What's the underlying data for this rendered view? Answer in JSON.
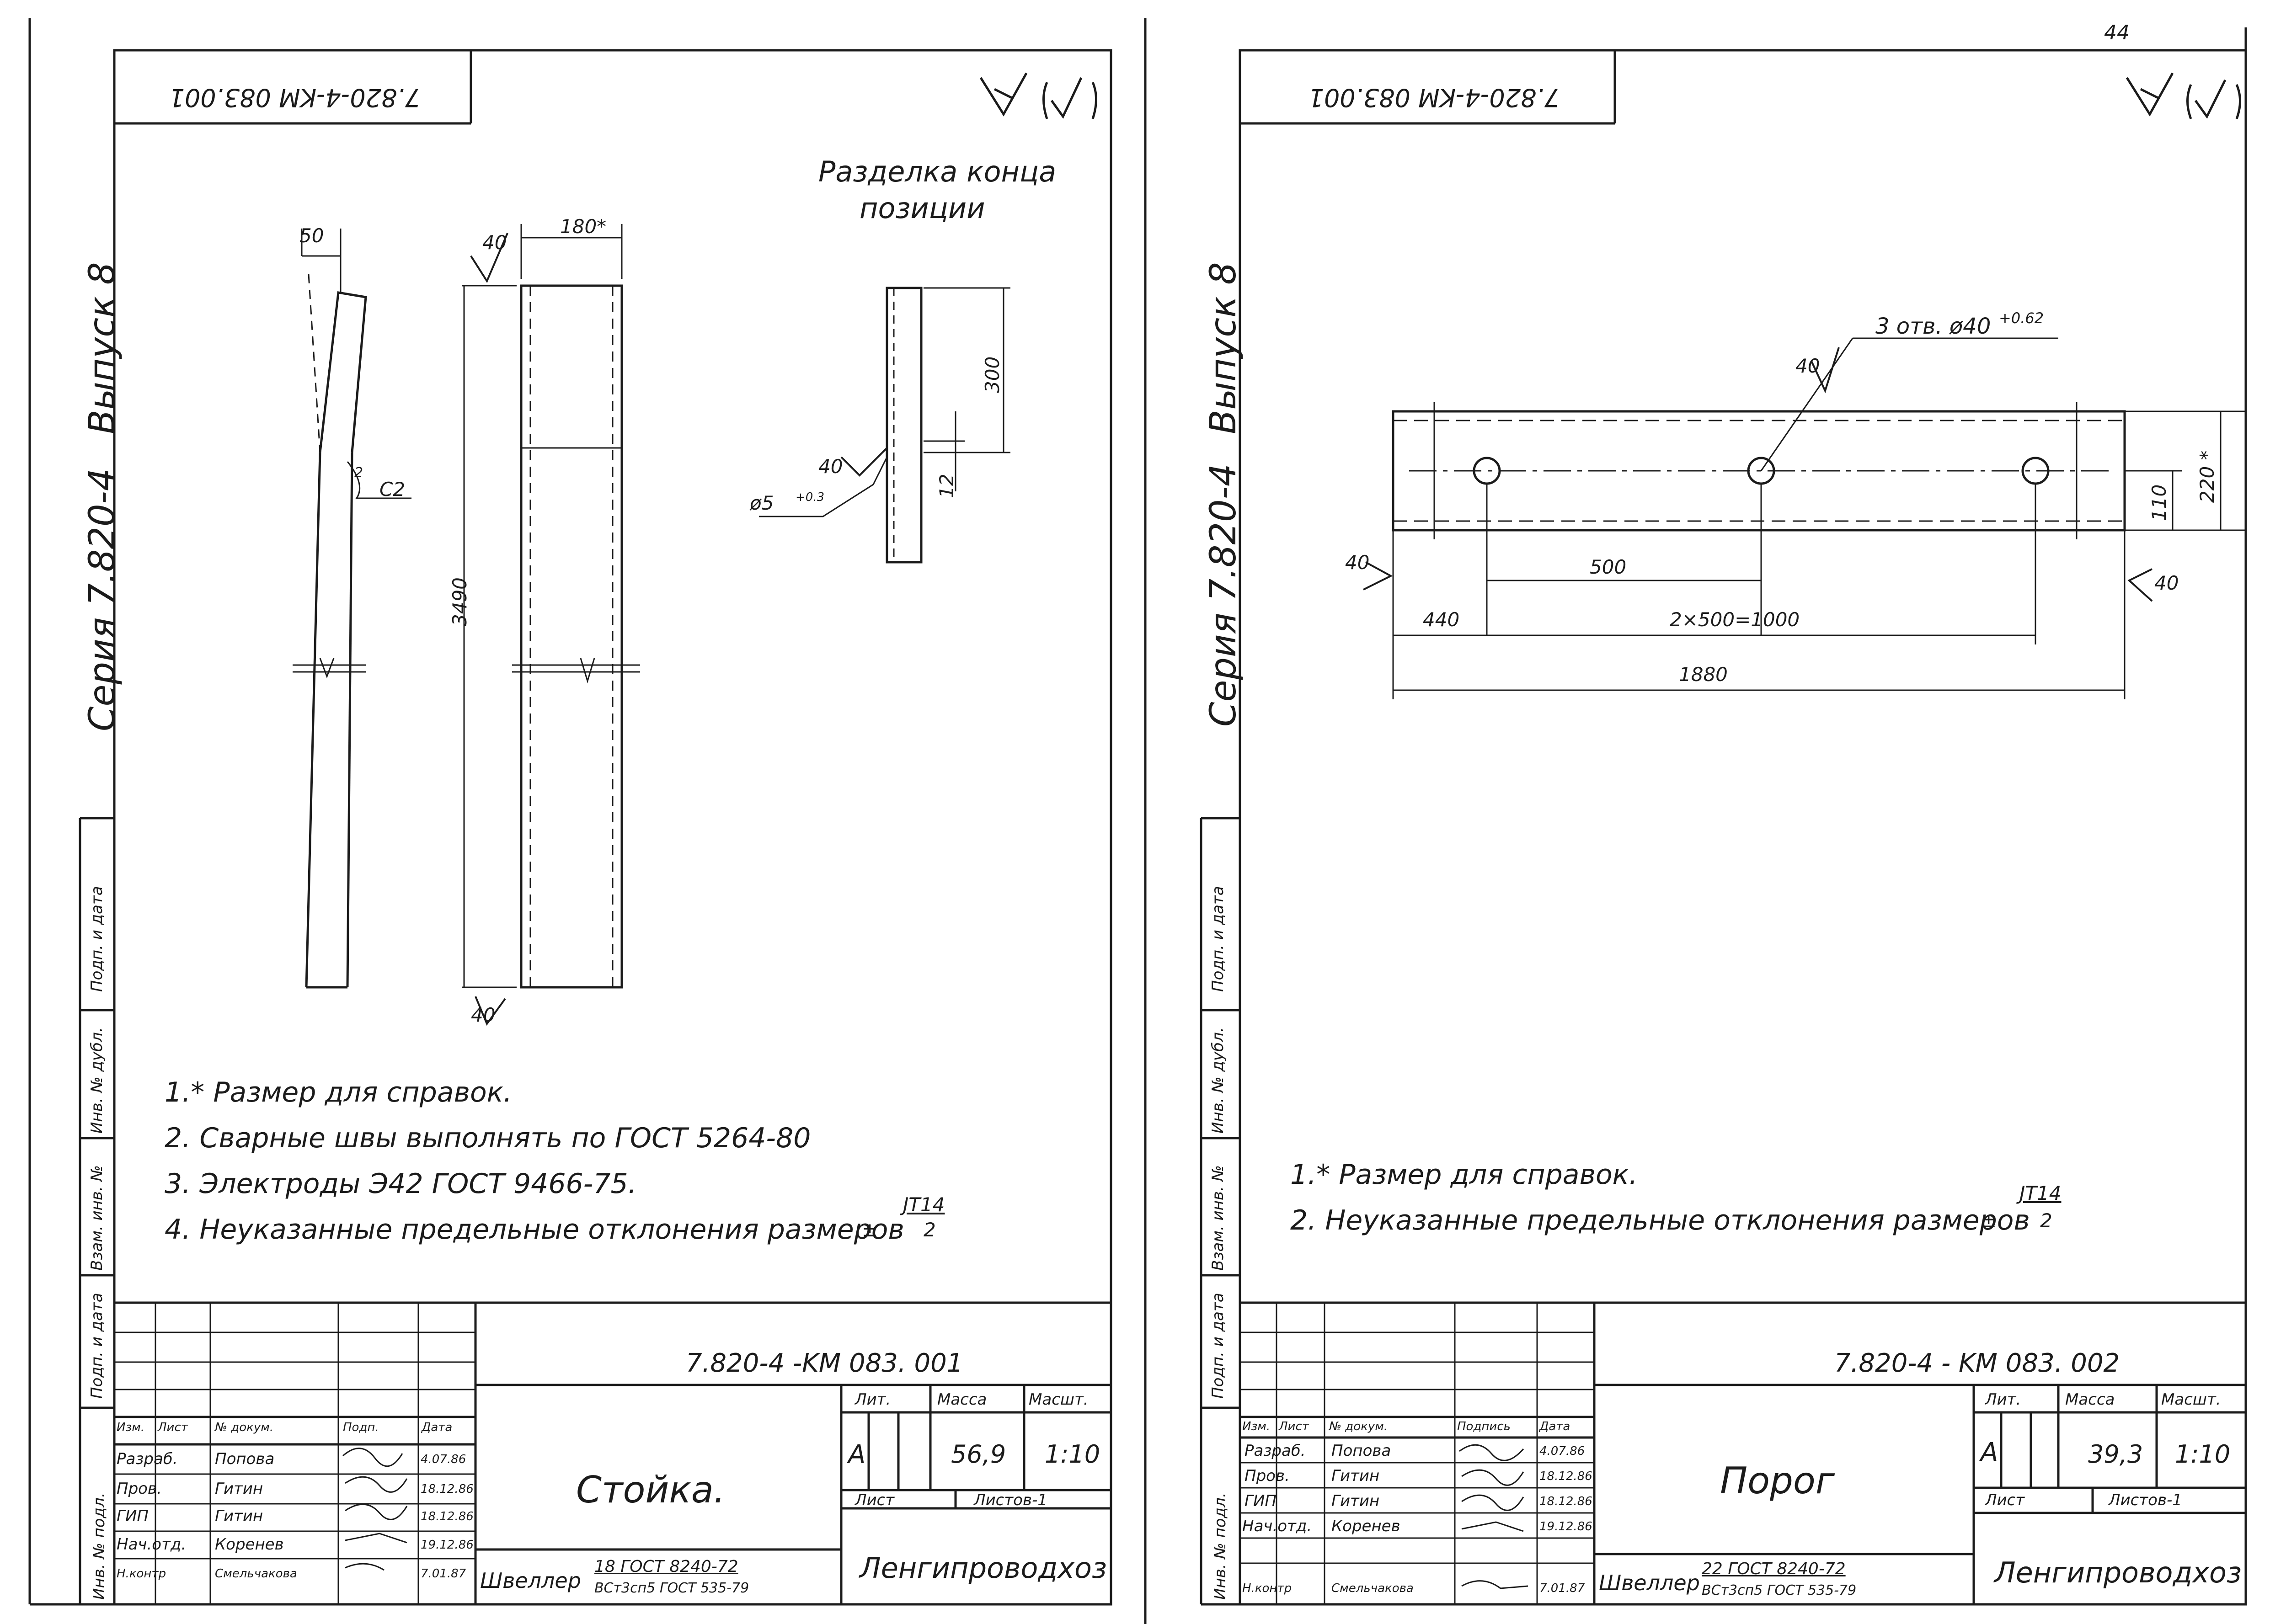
{
  "page_number": "44",
  "sheets": [
    {
      "doc_code_top": "7.820-4-KM 083.001",
      "series": "Серия 7.820-4",
      "issue": "Выпуск 8",
      "side_stamp": [
        "Инв. № подл.",
        "Подп. и дата",
        "Взам. инв. №",
        "Инв. № дубл.",
        "Подп. и дата"
      ],
      "detail_title": [
        "Разделка конца",
        "позиции"
      ],
      "dims": {
        "d50": "50",
        "d40": "40",
        "d180": "180*",
        "d3490": "3490",
        "c2": "C2",
        "d2": "2",
        "d300": "300",
        "d12": "12",
        "d40b": "40",
        "phi5": "ø5",
        "phi5_tol": "+0.3",
        "d40c": "40"
      },
      "notes": [
        "1.* Размер для справок.",
        "2. Сварные швы выполнять по ГОСТ 5264-80",
        "3. Электроды Э42 ГОСТ 9466-75.",
        "4. Неуказанные предельные отклонения размеров"
      ],
      "tolerance": {
        "sign": "±",
        "num": "JT14",
        "den": "2"
      },
      "title_block": {
        "code": "7.820-4 -KM 083. 001",
        "name": "Стойка.",
        "headers": {
          "lit": "Лит.",
          "mass": "Масса",
          "scale": "Масшт."
        },
        "lit_value": "A",
        "mass_value": "56,9",
        "scale_value": "1:10",
        "sheet": "Лист",
        "sheets": "Листов-1",
        "org": "Ленгипроводхоз",
        "material_prefix": "Швеллер",
        "material_top": "18 ГОСТ 8240-72",
        "material_bottom": "ВСт3сп5 ГОСТ 535-79",
        "table_headers": [
          "Изм.",
          "Лист",
          "№ докум.",
          "Подп.",
          "Дата"
        ],
        "rows": [
          {
            "role": "Разраб.",
            "name": "Попова",
            "date": "4.07.86"
          },
          {
            "role": "Пров.",
            "name": "Гитин",
            "date": "18.12.86"
          },
          {
            "role": "ГИП",
            "name": "Гитин",
            "date": "18.12.86"
          },
          {
            "role": "Нач.отд.",
            "name": "Коренев",
            "date": "19.12.86"
          },
          {
            "role": "Н.контр",
            "name": "Смельчакова",
            "date": "7.01.87"
          }
        ]
      }
    },
    {
      "doc_code_top": "7.820-4-KM 083.001",
      "series": "Серия 7.820-4",
      "issue": "Выпуск 8",
      "side_stamp": [
        "Инв. № подл.",
        "Подп. и дата",
        "Взам. инв. №",
        "Инв. № дубл.",
        "Подп. и дата"
      ],
      "holes_label": "3 отв. ø40",
      "holes_tol": "+0.62",
      "dims": {
        "d40a": "40",
        "d40b": "40",
        "d40c": "40",
        "d500": "500",
        "d440": "440",
        "d2x500": "2×500=1000",
        "d1880": "1880",
        "d110": "110",
        "d220": "220 *"
      },
      "notes": [
        "1.* Размер для справок.",
        "2. Неуказанные предельные отклонения размеров"
      ],
      "tolerance": {
        "sign": "±",
        "num": "JT14",
        "den": "2"
      },
      "title_block": {
        "code": "7.820-4 - KM 083. 002",
        "name": "Порог",
        "headers": {
          "lit": "Лит.",
          "mass": "Масса",
          "scale": "Масшт."
        },
        "lit_value": "A",
        "mass_value": "39,3",
        "scale_value": "1:10",
        "sheet": "Лист",
        "sheets": "Листов-1",
        "org": "Ленгипроводхоз",
        "material_prefix": "Швеллер",
        "material_top": "22 ГОСТ 8240-72",
        "material_bottom": "ВСт3сп5 ГОСТ 535-79",
        "table_headers": [
          "Изм.",
          "Лист",
          "№ докум.",
          "Подпись",
          "Дата"
        ],
        "rows": [
          {
            "role": "Разраб.",
            "name": "Попова",
            "date": "4.07.86"
          },
          {
            "role": "Пров.",
            "name": "Гитин",
            "date": "18.12.86"
          },
          {
            "role": "ГИП",
            "name": "Гитин",
            "date": "18.12.86"
          },
          {
            "role": "Нач.отд.",
            "name": "Коренев",
            "date": "19.12.86"
          },
          {
            "role": "Н.контр",
            "name": "Смельчакова",
            "date": "7.01.87"
          }
        ]
      }
    }
  ]
}
